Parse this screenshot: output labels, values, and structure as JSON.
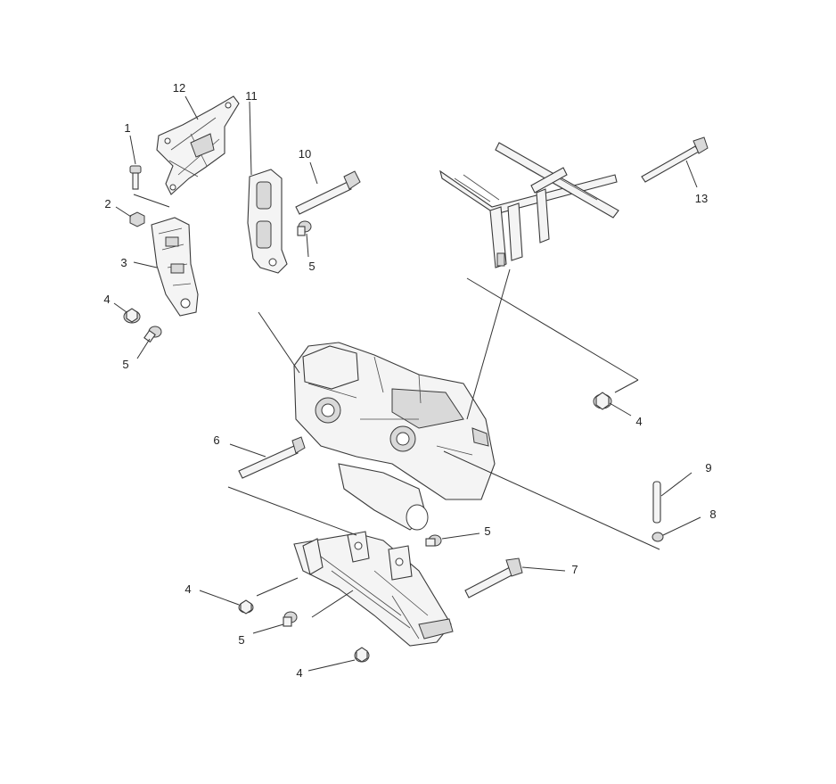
{
  "diagram": {
    "callouts": {
      "c1": "1",
      "c2": "2",
      "c3": "3",
      "c4a": "4",
      "c5a": "5",
      "c12": "12",
      "c11": "11",
      "c10": "10",
      "c5b": "5",
      "c13": "13",
      "c4b": "4",
      "c6": "6",
      "c9": "9",
      "c8": "8",
      "c5c": "5",
      "c7": "7",
      "c4c": "4",
      "c5d": "5",
      "c4d": "4"
    }
  }
}
